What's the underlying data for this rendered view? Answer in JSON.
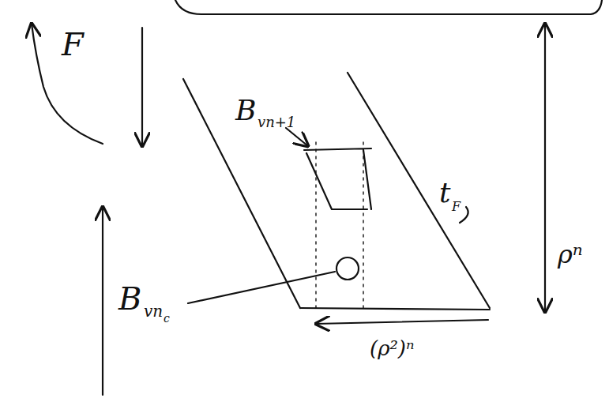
{
  "diagram": {
    "labels": [
      "F",
      "B",
      "vn+1",
      "B",
      "vn",
      "c",
      "t",
      "F",
      "ρⁿ",
      "(ρ²)ⁿ"
    ]
  }
}
